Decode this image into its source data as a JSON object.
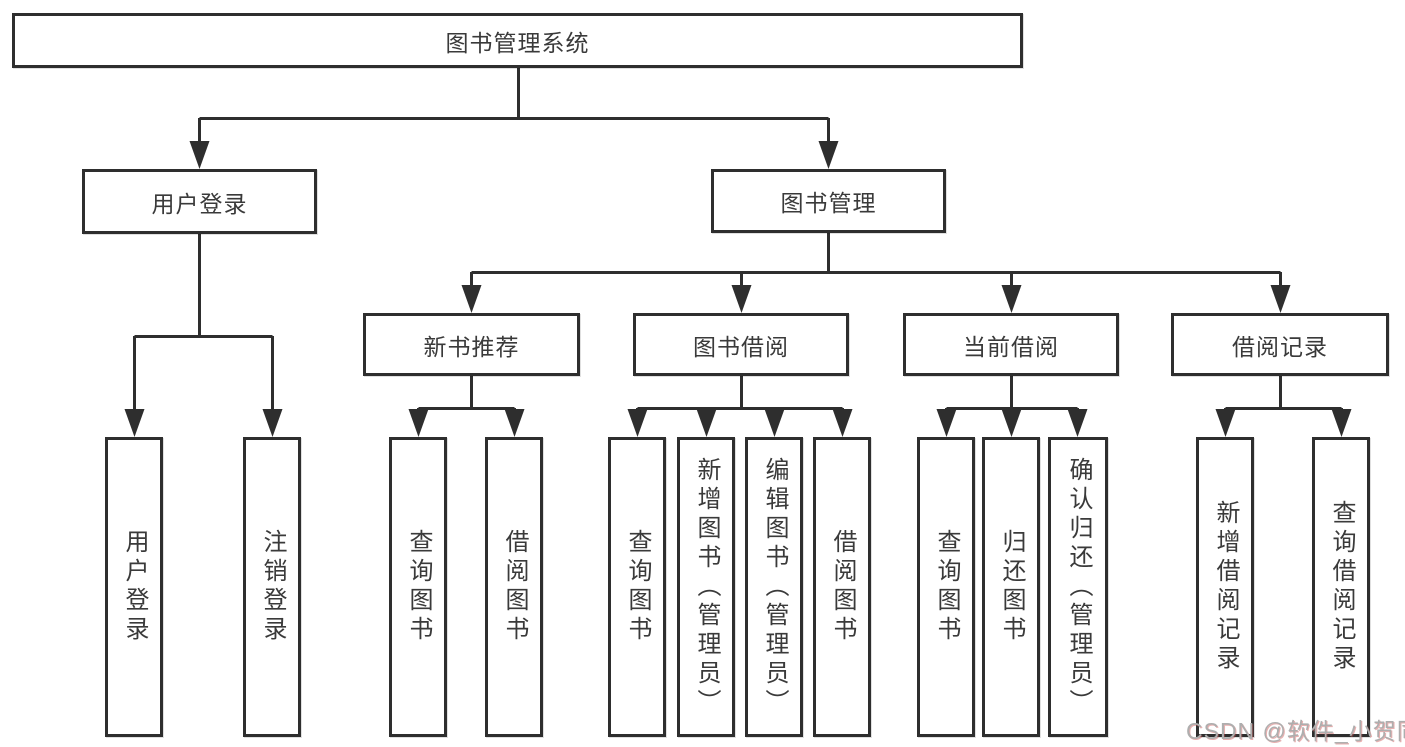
{
  "tree": {
    "root": {
      "label": "图书管理系统"
    },
    "branches": [
      {
        "label": "用户登录",
        "leaves": [
          {
            "label": "用户登录"
          },
          {
            "label": "注销登录"
          }
        ]
      },
      {
        "label": "图书管理",
        "groups": [
          {
            "label": "新书推荐",
            "leaves": [
              {
                "label": "查询图书"
              },
              {
                "label": "借阅图书"
              }
            ]
          },
          {
            "label": "图书借阅",
            "leaves": [
              {
                "label": "查询图书"
              },
              {
                "label": "新增图书（管理员）"
              },
              {
                "label": "编辑图书（管理员）"
              },
              {
                "label": "借阅图书"
              }
            ]
          },
          {
            "label": "当前借阅",
            "leaves": [
              {
                "label": "查询图书"
              },
              {
                "label": "归还图书"
              },
              {
                "label": "确认归还（管理员）"
              }
            ]
          },
          {
            "label": "借阅记录",
            "leaves": [
              {
                "label": "新增借阅记录"
              },
              {
                "label": "查询借阅记录"
              }
            ]
          }
        ]
      }
    ]
  },
  "watermark": {
    "text": "CSDN @软件_小贺同学"
  },
  "colors": {
    "line": "#2e2e2e",
    "text": "#3a3a3a",
    "background": "#ffffff",
    "watermark_gray": "#aeaeae",
    "watermark_red": "#cd5050"
  }
}
